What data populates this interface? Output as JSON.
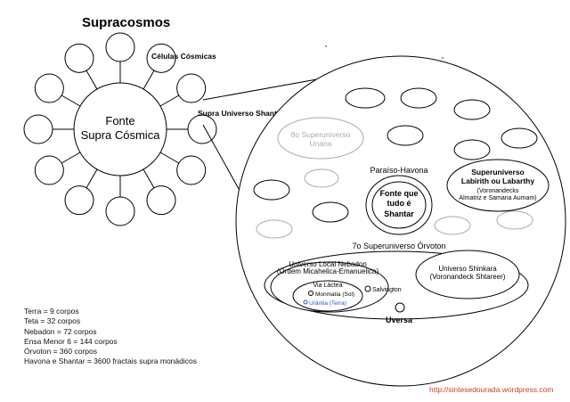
{
  "title": "Supracosmos",
  "center_label": [
    "Fonte",
    "Supra Cósmica"
  ],
  "celulas_label": "Células Cósmicas",
  "shantar_link_label": "Supra Universo Shantar",
  "unana_label": [
    "8o Superuniverso",
    "Unana"
  ],
  "paraiso_label": "Paraíso-Havona",
  "fonte_tudo_label": [
    "Fonte que",
    "tudo é",
    "Shantar"
  ],
  "labirith_label": [
    "Superuniverso",
    "Labirith ou Labarthy",
    "(Voronandecks",
    "Almatriz e Samana Aumam)"
  ],
  "orvoton_label": "7o Superuniverso Órvoton",
  "nebadon_label": [
    "Universo Local Nebadon",
    "(Ordem Micahelica-Emanuelica)"
  ],
  "shinkara_label": [
    "Universo Shinkara",
    "(Voronandeck Shtareer)"
  ],
  "via_lactea_label": "Via Láctea",
  "monmatia_label": "Monmatia (Sol)",
  "urantia_label": "Urântia (Terra)",
  "salvington_label": "Salvington",
  "uversa_label": "Uversa",
  "stats": [
    "Terra = 9 corpos",
    "Teta = 32 corpos",
    "Nebadon = 72 corpos",
    "Ensa Menor 6 = 144 corpos",
    "Órvoton = 360 corpos",
    "Havona e Shantar = 3600 fractais supra monádicos"
  ],
  "url": "http://sintesedourada.wordpress.com",
  "colors": {
    "line": "#000000",
    "grey": "#aaaaaa",
    "blue": "#2255cc",
    "url": "#d03a2a"
  }
}
